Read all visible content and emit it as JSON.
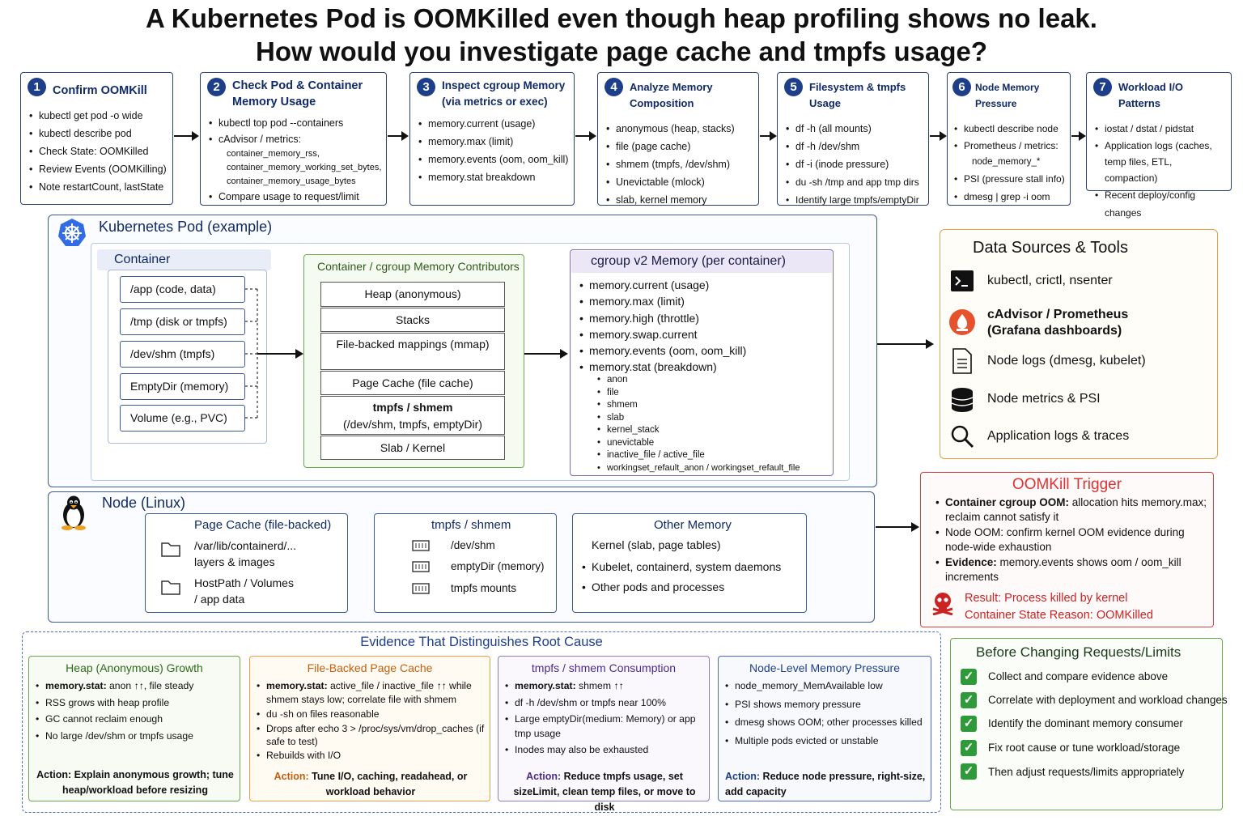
{
  "title": {
    "line1": "A Kubernetes Pod is OOMKilled even though heap profiling shows no leak.",
    "line2": "How would you investigate page cache and tmpfs usage?"
  },
  "steps": [
    {
      "num": "1",
      "title": "Confirm OOMKill",
      "items": [
        "kubectl get pod -o wide",
        "kubectl describe pod",
        "Check State: OOMKilled",
        "Review Events (OOMKilling)",
        "Note restartCount, lastState"
      ]
    },
    {
      "num": "2",
      "title": "Check Pod & Container Memory Usage",
      "items": [
        "kubectl top pod --containers",
        "cAdvisor / metrics:"
      ],
      "subitems": [
        "container_memory_rss,",
        "container_memory_working_set_bytes,",
        "container_memory_usage_bytes"
      ],
      "last": "Compare usage to request/limit"
    },
    {
      "num": "3",
      "title": "Inspect cgroup Memory (via metrics or exec)",
      "items": [
        "memory.current (usage)",
        "memory.max (limit)",
        "memory.events (oom, oom_kill)",
        "memory.stat breakdown"
      ]
    },
    {
      "num": "4",
      "title": "Analyze Memory Composition",
      "items": [
        "anonymous (heap, stacks)",
        "file (page cache)",
        "shmem (tmpfs, /dev/shm)",
        "Unevictable (mlock)",
        "slab, kernel memory"
      ]
    },
    {
      "num": "5",
      "title": "Filesystem & tmpfs Usage",
      "items": [
        "df -h (all mounts)",
        "df -h /dev/shm",
        "df -i (inode pressure)",
        "du -sh /tmp and app tmp dirs",
        "Identify large tmpfs/emptyDir"
      ]
    },
    {
      "num": "6",
      "title": "Node Memory Pressure",
      "items": [
        "kubectl describe node",
        "Prometheus / metrics:"
      ],
      "subitems": [
        "node_memory_*"
      ],
      "after": [
        "PSI (pressure stall info)",
        "dmesg | grep -i oom"
      ]
    },
    {
      "num": "7",
      "title": "Workload I/O Patterns",
      "items": [
        "iostat / dstat / pidstat",
        "Application logs (caches, temp files, ETL, compaction)",
        "Recent deploy/config changes"
      ]
    }
  ],
  "pod": {
    "title": "Kubernetes Pod (example)",
    "container_title": "Container",
    "container_items": [
      "/app (code, data)",
      "/tmp (disk or tmpfs)",
      "/dev/shm (tmpfs)",
      "EmptyDir (memory)",
      "Volume (e.g., PVC)"
    ],
    "contrib_title": "Container / cgroup Memory Contributors",
    "contrib_items": [
      "Heap (anonymous)",
      "Stacks",
      "File-backed mappings (mmap)",
      "Page Cache (file cache)",
      "tmpfs / shmem",
      "(/dev/shm, tmpfs, emptyDir)",
      "Slab / Kernel"
    ],
    "cgroup_title": "cgroup v2 Memory (per container)",
    "cgroup_items": [
      "memory.current (usage)",
      "memory.max (limit)",
      "memory.high (throttle)",
      "memory.swap.current",
      "memory.events (oom, oom_kill)",
      "memory.stat (breakdown)"
    ],
    "cgroup_sub": [
      "anon",
      "file",
      "shmem",
      "slab",
      "kernel_stack",
      "unevictable",
      "inactive_file / active_file",
      "workingset_refault_anon / workingset_refault_file"
    ]
  },
  "node": {
    "title": "Node (Linux)",
    "pagecache_title": "Page Cache (file-backed)",
    "pagecache_items": [
      "/var/lib/containerd/...",
      "layers & images",
      "HostPath / Volumes",
      "/ app data"
    ],
    "tmpfs_title": "tmpfs / shmem",
    "tmpfs_items": [
      "/dev/shm",
      "emptyDir (memory)",
      "tmpfs mounts"
    ],
    "other_title": "Other Memory",
    "other_items": [
      "Kernel (slab, page tables)",
      "Kubelet, containerd, system daemons",
      "Other pods and processes"
    ]
  },
  "tools": {
    "title": "Data Sources & Tools",
    "items": [
      "kubectl, crictl, nsenter",
      "cAdvisor / Prometheus",
      "(Grafana dashboards)",
      "Node logs (dmesg, kubelet)",
      "Node metrics & PSI",
      "Application logs & traces"
    ]
  },
  "oom": {
    "title": "OOMKill Trigger",
    "b1_bold": "Container cgroup OOM:",
    "b1_text": " allocation hits memory.max; reclaim cannot satisfy it",
    "b2_text": "Node OOM: confirm kernel OOM evidence during node-wide exhaustion",
    "b3_bold": "Evidence:",
    "b3_text": " memory.events shows oom / oom_kill increments",
    "result1": "Result: Process killed by kernel",
    "result2": "Container State Reason: OOMKilled"
  },
  "evidence": {
    "title": "Evidence That Distinguishes Root Cause",
    "cards": [
      {
        "title": "Heap (Anonymous) Growth",
        "b1_bold": "memory.stat:",
        "b1_text": " anon ↑↑, file steady",
        "items": [
          "RSS grows with heap profile",
          "GC cannot reclaim enough",
          "No large /dev/shm or tmpfs usage"
        ],
        "action_label": "Action:",
        "action_text": " Explain anonymous growth; tune heap/workload before resizing"
      },
      {
        "title": "File-Backed Page Cache",
        "b1_bold": "memory.stat:",
        "b1_text": " active_file / inactive_file ↑↑ while shmem stays low; correlate file with shmem",
        "items": [
          "du -sh on files reasonable",
          "Drops after echo 3 > /proc/sys/vm/drop_caches (if safe to test)",
          "Rebuilds with I/O"
        ],
        "action_label": "Action:",
        "action_text": " Tune I/O, caching, readahead, or workload behavior"
      },
      {
        "title": "tmpfs / shmem  Consumption",
        "b1_bold": "memory.stat:",
        "b1_text": " shmem ↑↑",
        "items": [
          "df -h /dev/shm or tmpfs near 100%",
          "Large emptyDir(medium: Memory) or app tmp usage",
          "Inodes may also be exhausted"
        ],
        "action_label": "Action:",
        "action_text": " Reduce tmpfs usage, set sizeLimit, clean temp files, or move to disk"
      },
      {
        "title": "Node-Level Memory Pressure",
        "b1_bold": "",
        "b1_text": "node_memory_MemAvailable low",
        "items": [
          "PSI shows memory pressure",
          "dmesg shows OOM; other processes killed",
          "Multiple pods evicted or unstable"
        ],
        "action_label": "Action:",
        "action_text": " Reduce node pressure, right-size, add capacity"
      }
    ]
  },
  "before": {
    "title": "Before Changing Requests/Limits",
    "items": [
      "Collect and compare evidence above",
      "Correlate with deployment and workload changes",
      "Identify the dominant memory consumer",
      "Fix root cause or tune workload/storage",
      "Then adjust requests/limits appropriately"
    ]
  },
  "colors": {
    "navy": "#1d3f8a",
    "green": "#2e9a3a",
    "orange": "#e6a04a",
    "red": "#d94040",
    "purple": "#7f6bb0"
  }
}
